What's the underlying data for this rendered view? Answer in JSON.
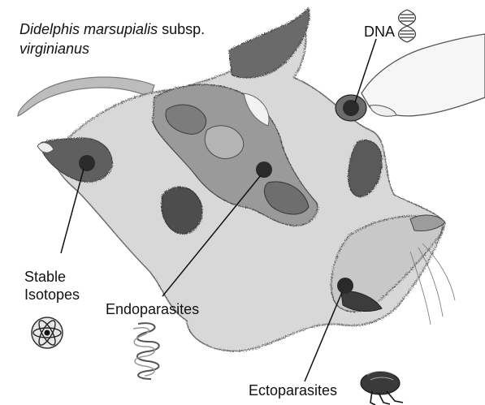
{
  "title": {
    "genus_species": "Didelphis marsupialis",
    "rank": "subsp.",
    "subspecies": "virginianus"
  },
  "labels": {
    "dna": "DNA",
    "stable_isotopes_line1": "Stable",
    "stable_isotopes_line2": "Isotopes",
    "endoparasites": "Endoparasites",
    "ectoparasites": "Ectoparasites"
  },
  "icons": {
    "dna": "dna-helix-icon",
    "isotopes": "atom-icon",
    "endoparasites": "intestine-icon",
    "ectoparasites": "flea-icon"
  },
  "colors": {
    "marker": "#2a2a2a",
    "line": "#111111",
    "fur_dark": "#3f3f3f",
    "fur_mid": "#8a8a8a",
    "fur_light": "#cfcfcf"
  }
}
